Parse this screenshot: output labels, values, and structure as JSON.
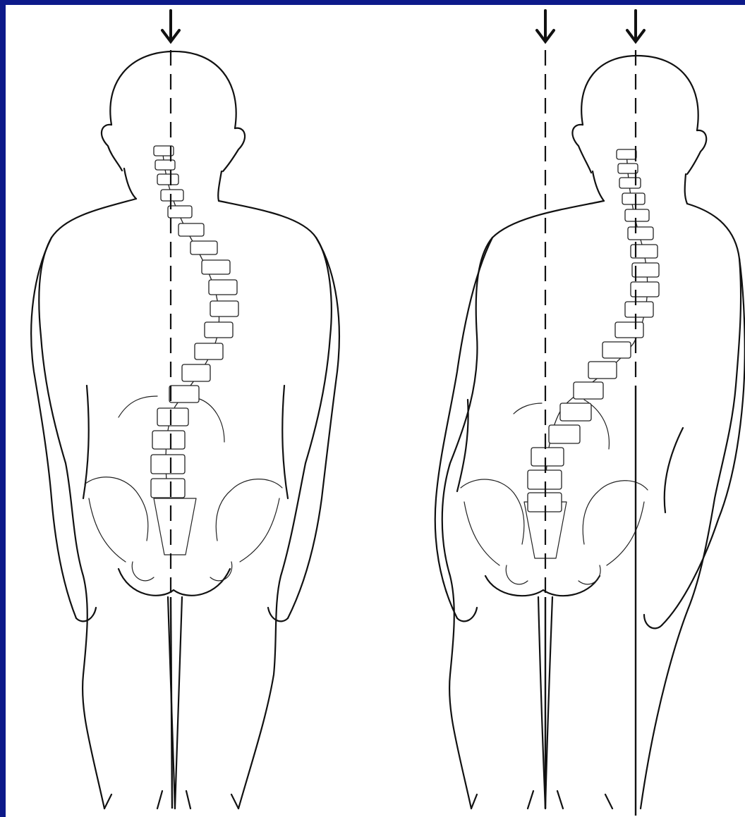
{
  "figure": {
    "panels": [
      {
        "id": "left",
        "subject": "back-view-figure-with-curved-spine",
        "plumb_lines": 1
      },
      {
        "id": "right",
        "subject": "back-view-figure-with-curved-spine-shifted",
        "plumb_lines": 2
      }
    ],
    "colors": {
      "border": "#0d1a8a",
      "background": "#ffffff",
      "ink": "#111111"
    }
  }
}
